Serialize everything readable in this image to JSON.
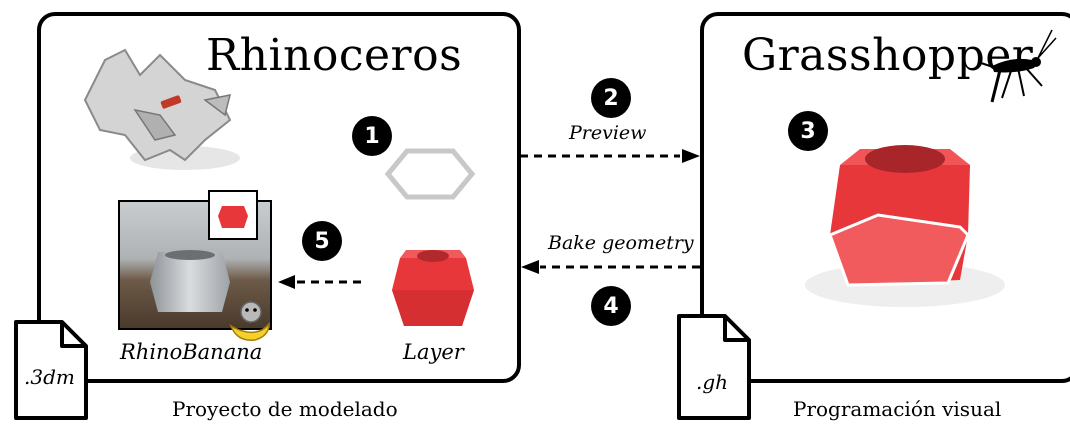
{
  "rhino": {
    "title": "Rhinoceros",
    "caption": "Proyecto de modelado",
    "layer_label": "Layer",
    "render_label": "RhinoBanana",
    "file_label": ".3dm"
  },
  "grasshopper": {
    "title": "Grasshopper",
    "caption": "Programación visual",
    "file_label": ".gh"
  },
  "arrows": {
    "preview_label": "Preview",
    "bake_label": "Bake geometry"
  },
  "steps": [
    "1",
    "2",
    "3",
    "4",
    "5"
  ],
  "colors": {
    "object_red": "#e8373a",
    "hexagon_outline": "#c8c8c8",
    "step_badge": "#000000"
  }
}
